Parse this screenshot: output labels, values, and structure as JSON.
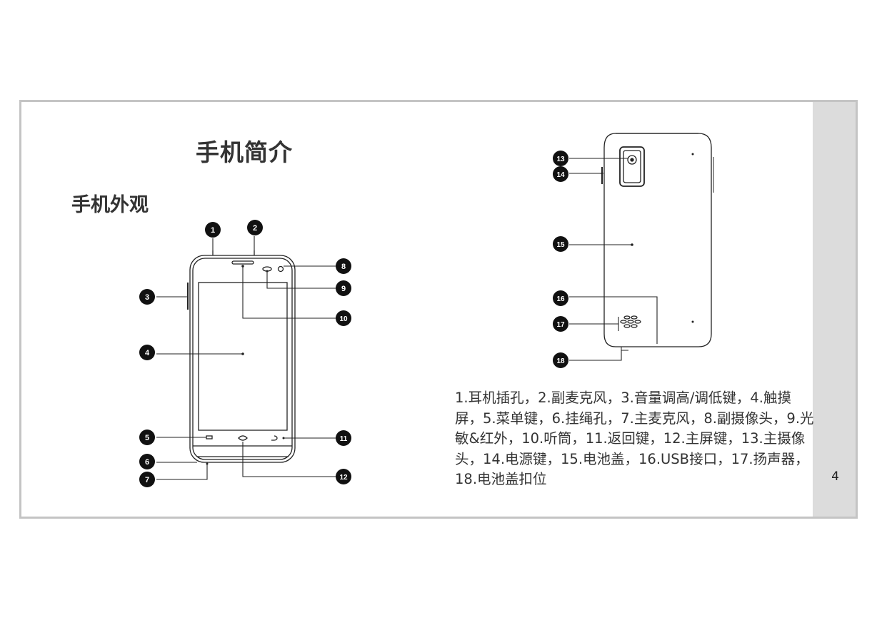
{
  "page": {
    "title": "手机简介",
    "subtitle": "手机外观",
    "description": "1.耳机插孔，2.副麦克风，3.音量调高/调低键，4.触摸屏，5.菜单键，6.挂绳孔，7.主麦克风，8.副摄像头，9.光敏&红外，10.听筒，11.返回键，12.主屏键，13.主摄像头，14.电源键，15.电池盖，16.USB接口，17.扬声器，18.电池盖扣位",
    "page_number": "4"
  },
  "callouts": [
    "1",
    "2",
    "3",
    "4",
    "5",
    "6",
    "7",
    "8",
    "9",
    "10",
    "11",
    "12",
    "13",
    "14",
    "15",
    "16",
    "17",
    "18"
  ],
  "icons": {
    "menu_key": "menu-key-icon",
    "home_key": "home-key-icon",
    "back_key": "back-key-icon",
    "main_camera": "camera-icon",
    "speaker": "speaker-grille-icon"
  }
}
